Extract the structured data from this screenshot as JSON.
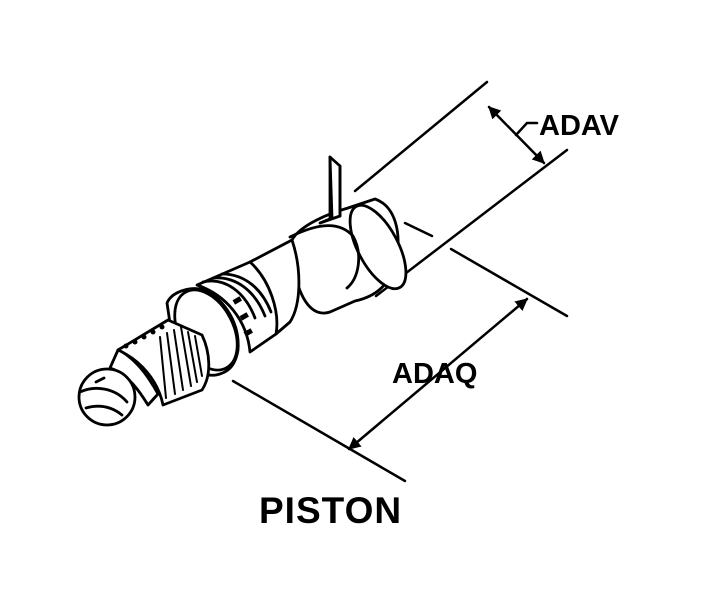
{
  "diagram": {
    "title": "PISTON",
    "dimensions": [
      {
        "label": "ADAV"
      },
      {
        "label": "ADAQ"
      }
    ]
  },
  "colors": {
    "ink": "#000000",
    "paper": "#ffffff"
  }
}
